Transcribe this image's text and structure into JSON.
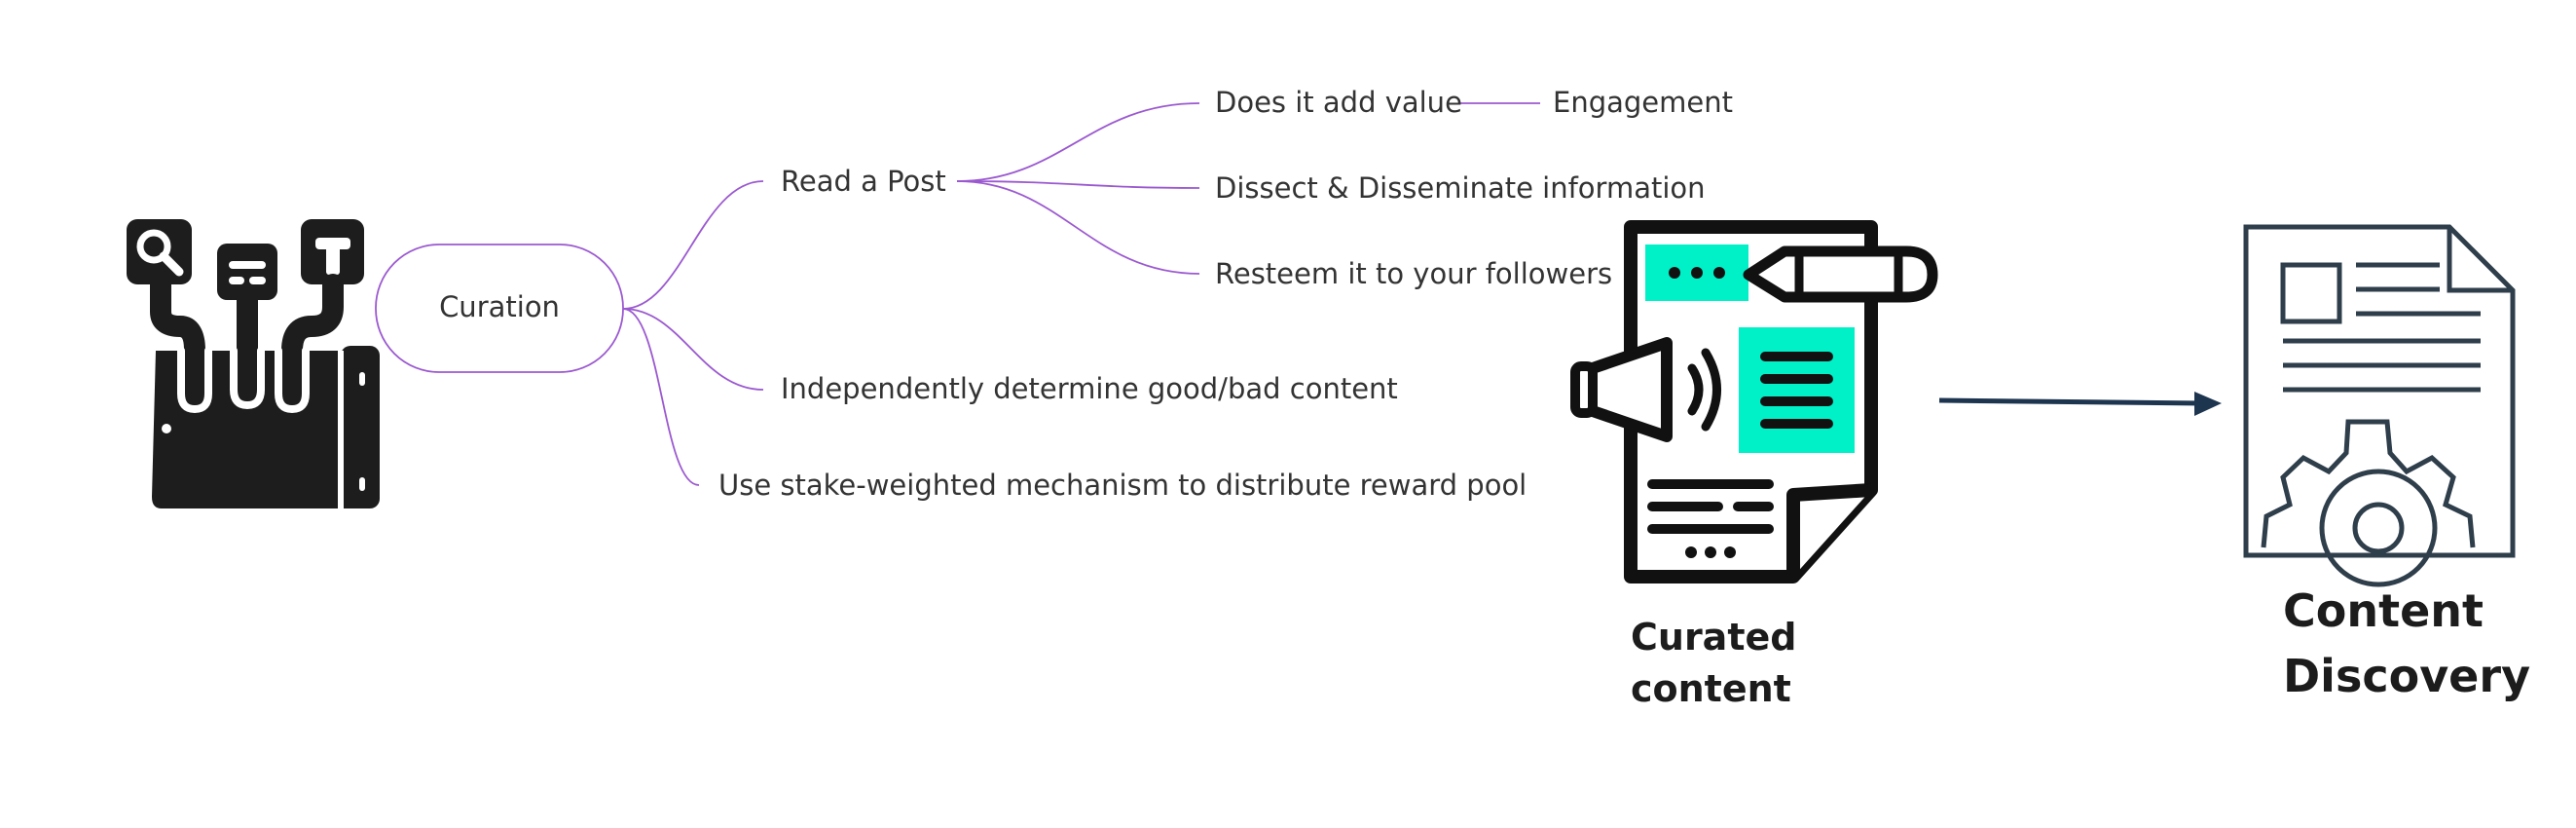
{
  "mindmap": {
    "root": "Curation",
    "branch_read_post": "Read a Post",
    "add_value": "Does it add value",
    "engagement": "Engagement",
    "dissect": "Dissect & Disseminate information",
    "resteem": "Resteem it to your followers",
    "independent": "Independently determine good/bad content",
    "stake_weighted": "Use stake-weighted mechanism to distribute reward pool"
  },
  "curated": {
    "line1": "Curated",
    "line2": "content"
  },
  "discovery": {
    "line1": "Content",
    "line2": "Discovery"
  },
  "colors": {
    "connector": "#9b59d0",
    "accent_teal": "#00f0c8",
    "icon_dark": "#111111",
    "arrow": "#1e3550",
    "doc_outline": "#2f3e4b"
  }
}
